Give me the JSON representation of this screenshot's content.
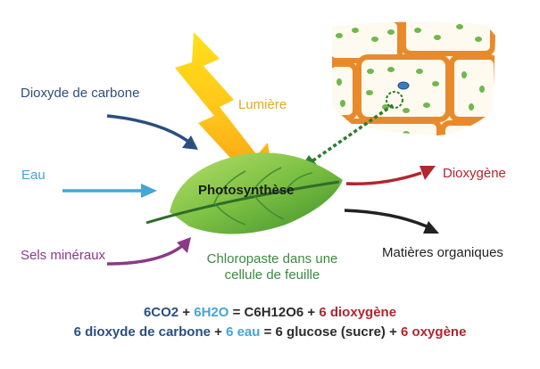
{
  "labels": {
    "co2": "Dioxyde de carbone",
    "light": "Lumière",
    "water": "Eau",
    "minerals": "Sels minéraux",
    "oxygen": "Dioxygène",
    "organic": "Matières organiques",
    "photosynthesis": "Photosynthèse",
    "chloroplast": "Chloropaste dans une cellule de feuille"
  },
  "equation_formula": {
    "reactant_1": "6CO2",
    "plus_1": " + ",
    "reactant_2": "6H2O",
    "equals": " = ",
    "product_1": "C6H12O6",
    "plus_2": " + ",
    "product_2": "6 dioxygène"
  },
  "equation_words": {
    "reactant_1": "6 dioxyde de carbone",
    "plus_1": " + ",
    "reactant_2": "6 eau",
    "equals": " = ",
    "product_1": "6 glucose (sucre)",
    "plus_2": " + ",
    "product_2": "6 oxygène"
  },
  "colors": {
    "co2": "#2a4f7f",
    "light": "#e3a826",
    "water": "#43a6d6",
    "minerals": "#8a3a86",
    "oxygen": "#b2262d",
    "organic": "#222222",
    "chloroplast": "#3d8a3f",
    "leaf": "#7cc043",
    "cell_wall": "#e88a2c"
  },
  "icons": {
    "leaf": "leaf-icon",
    "sun_ray": "light-ray-icon",
    "cells": "plant-cells-icon"
  }
}
